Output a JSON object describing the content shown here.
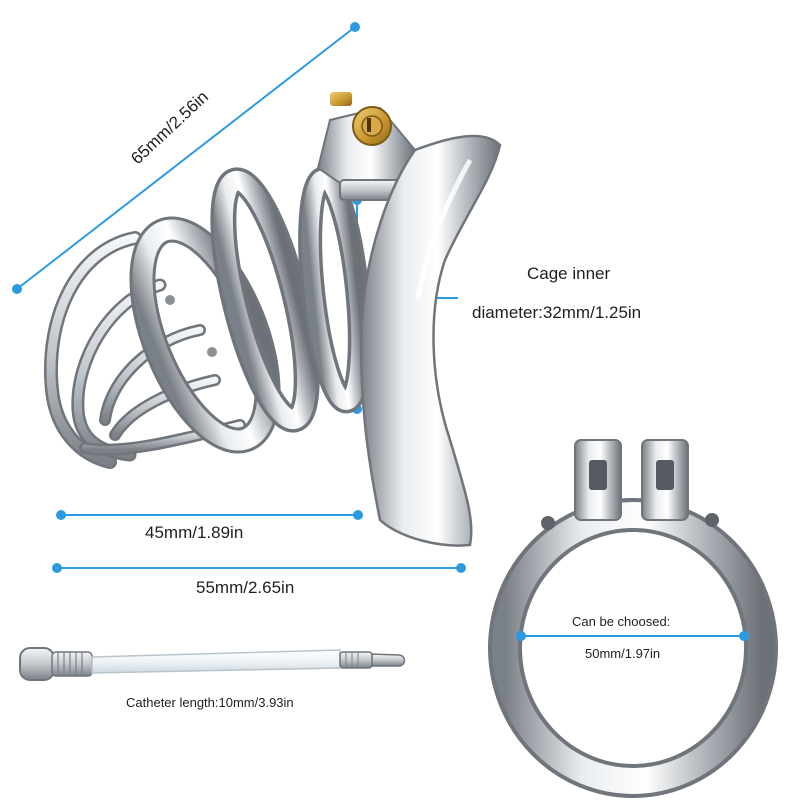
{
  "colors": {
    "accent": "#2a9be0",
    "steel_light": "#eef0f2",
    "steel_mid": "#b9bec4",
    "steel_dark": "#6f757b",
    "brass": "#c8952e"
  },
  "dimensions": {
    "overall_length": "65mm/2.56in",
    "inner_label_line1": "Cage inner",
    "inner_label_line2": "diameter:32mm/1.25in",
    "cage_length": "45mm/1.89in",
    "total_length": "55mm/2.65in",
    "ring_label_line1": "Can be choosed:",
    "ring_label_line2": "50mm/1.97in",
    "catheter": "Catheter length:10mm/3.93in"
  }
}
